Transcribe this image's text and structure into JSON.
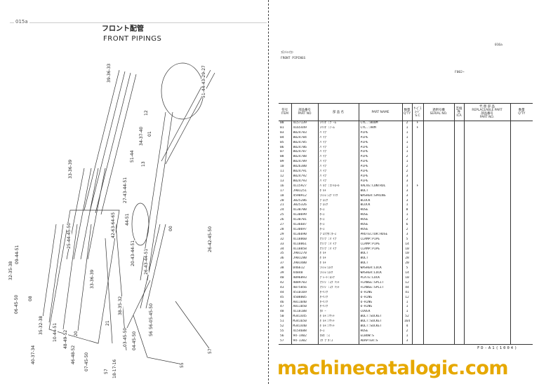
{
  "left": {
    "page_num": "015a",
    "title_jp": "フロント配管",
    "title_en": "FRONT PIPINGS",
    "callouts": [
      "39-36-33",
      "51-44-43-29-27",
      "12",
      "01",
      "34-37-40",
      "51-44",
      "13",
      "33-36-39",
      "27-43-44-51",
      "42-63-64-65",
      "44-51",
      "25-44-45-50",
      "00",
      "26-42-45-50",
      "20-43-44-51",
      "26-43-44-51",
      "32-35-38",
      "09-44-51",
      "33-36-39",
      "06-45-50",
      "08",
      "35-32-38",
      "40-37-34",
      "10-44-51",
      "48-49-52",
      "46-48-52",
      "20",
      "21",
      "38-35-32",
      "07-45-50",
      "03-45-50",
      "04-45-50",
      "56-05-45-50",
      "56",
      "18-17-16",
      "57",
      "55",
      "57"
    ]
  },
  "right": {
    "page_num": "016a",
    "section_jp": "ﾌﾛﾝﾄﾊｲｶﾝ",
    "section_en": "FRONT PIPINGS",
    "serial_range": "F002~",
    "headers": {
      "item_jp": "符号",
      "item": "ITEM",
      "partno_jp": "部品番号",
      "partno": "PART NO",
      "name_jp": "部 品 名",
      "name": "PART NAME",
      "qty_jp": "数量",
      "qty": "Q'TY",
      "svc_jp": "ｻｰﾋﾞｽｺｰﾄﾞ",
      "svc": "S.C",
      "serial_jp": "適用号機",
      "serial": "SERIAL NO.",
      "ica": "ICA",
      "ica_jp": "互換性",
      "repl_jp": "代 替 部 品",
      "repl": "REPLACEABLE PART",
      "repl_part_jp": "部品番号",
      "repl_part": "PART NO.",
      "repl_qty_jp": "数量",
      "repl_qty": "Q'TY"
    },
    "rows": [
      [
        "00",
        "4157139",
        "ｼﾘﾝﾀﾞ:ﾌﾞｰﾑ",
        "CYL.:BOOM",
        "2",
        "F"
      ],
      [
        "01",
        "4165449",
        "ｼﾘﾝﾀﾞ:ｱｰﾑ",
        "CYL.:ARM",
        "1",
        "F"
      ],
      [
        "03",
        "8024783",
        "ﾊﾟｲﾌﾟ",
        "PIPE",
        "1",
        ""
      ],
      [
        "04",
        "8024784",
        "ﾊﾟｲﾌﾟ",
        "PIPE",
        "1",
        ""
      ],
      [
        "05",
        "8024785",
        "ﾊﾟｲﾌﾟ",
        "PIPE",
        "1",
        ""
      ],
      [
        "06",
        "8024786",
        "ﾊﾟｲﾌﾟ",
        "PIPE",
        "1",
        ""
      ],
      [
        "07",
        "8024787",
        "ﾊﾟｲﾌﾟ",
        "PIPE",
        "1",
        ""
      ],
      [
        "08",
        "8024788",
        "ﾊﾟｲﾌﾟ",
        "PIPE",
        "2",
        ""
      ],
      [
        "09",
        "8024789",
        "ﾊﾟｲﾌﾟ",
        "PIPE",
        "1",
        ""
      ],
      [
        "10",
        "8026380",
        "ﾊﾟｲﾌﾟ",
        "PIPE",
        "2",
        ""
      ],
      [
        "11",
        "8024791",
        "ﾊﾟｲﾌﾟ",
        "PIPE",
        "2",
        ""
      ],
      [
        "12",
        "8024792",
        "ﾊﾟｲﾌﾟ",
        "PIPE",
        "3",
        ""
      ],
      [
        "13",
        "8024793",
        "ﾊﾟｲﾌﾟ",
        "PIPE",
        "3",
        ""
      ],
      [
        "16",
        "4115927",
        "ﾊﾞﾙﾌﾞ:ｺﾝﾄﾛｰﾙ",
        "VALVE:CONTROL",
        "1",
        "F"
      ],
      [
        "17",
        "J901251",
        "ﾎﾞﾙﾄ",
        "BOLT",
        "3",
        ""
      ],
      [
        "18",
        "4590912",
        "ﾜｯｼｬ:ｽﾌﾟﾘﾝｸﾞ",
        "WASHER:SPRING",
        "3",
        ""
      ],
      [
        "20",
        "3025286",
        "ﾌﾞﾛｯｸ",
        "BLOCK",
        "3",
        ""
      ],
      [
        "21",
        "3025326",
        "ﾌﾞﾛｯｸ",
        "BLOCK",
        "1",
        ""
      ],
      [
        "24",
        "4130700",
        "ﾎｰｽ",
        "HOSE",
        "8",
        ""
      ],
      [
        "25",
        "4130699",
        "ﾎｰｽ",
        "HOSE",
        "1",
        ""
      ],
      [
        "26",
        "4130701",
        "ﾎｰｽ",
        "HOSE",
        "2",
        ""
      ],
      [
        "27",
        "4136687",
        "ﾎｰｽ",
        "HOSE",
        "6",
        ""
      ],
      [
        "28",
        "4130697",
        "ﾎｰｽ",
        "HOSE",
        "2",
        ""
      ],
      [
        "29",
        "4136690",
        "ﾌﾟﾛﾃｸﾀ:ﾎｰｽ",
        "PROTECTOR:HOSE",
        "3",
        ""
      ],
      [
        "32",
        "4118860",
        "ｸﾗﾝﾌﾟ:ﾊﾟｲﾌﾟ",
        "CLAMP:PIPE",
        "5",
        ""
      ],
      [
        "33",
        "4118861",
        "ｸﾗﾝﾌﾟ:ﾊﾟｲﾌﾟ",
        "CLAMP:PIPE",
        "14",
        ""
      ],
      [
        "34",
        "4118858",
        "ｸﾗﾝﾌﾟ:ﾊﾟｲﾌﾟ",
        "CLAMP:PIPE",
        "10",
        ""
      ],
      [
        "35",
        "J901270",
        "ﾎﾞﾙﾄ",
        "BOLT",
        "10",
        ""
      ],
      [
        "36",
        "J901280",
        "ﾎﾞﾙﾄ",
        "BOLT",
        "28",
        ""
      ],
      [
        "37",
        "J901480",
        "ﾎﾞﾙﾄ",
        "BOLT",
        "20",
        ""
      ],
      [
        "38",
        "D46612",
        "ﾜｯｼｬ:ﾛｯｸ",
        "WASHER:LOCK",
        "5",
        ""
      ],
      [
        "39",
        "X4848",
        "ﾜｯｼｬ:ﾛｯｸ",
        "WASHER:LOCK",
        "14",
        ""
      ],
      [
        "40",
        "4096893",
        "ﾌﾟﾚｰﾄ:ﾛｯｸ",
        "PLATE:LOCK",
        "10",
        ""
      ],
      [
        "42",
        "4089703",
        "ﾌﾗﾝｼﾞ:ｽﾌﾟﾘｯﾄ",
        "FLANGE:SPLIT",
        "12",
        ""
      ],
      [
        "43",
        "4075856",
        "ﾌﾗﾝｼﾞ:ｽﾌﾟﾘｯﾄ",
        "FLANGE:SPLIT",
        "44",
        ""
      ],
      [
        "44",
        "4510169",
        "ｵｰﾘﾝｸﾞ",
        "O-RING",
        "41",
        ""
      ],
      [
        "45",
        "4508805",
        "ｵｰﾘﾝｸﾞ",
        "O-RING",
        "12",
        ""
      ],
      [
        "46",
        "A811040",
        "ｵｰﾘﾝｸﾞ",
        "O-RING",
        "1",
        ""
      ],
      [
        "47",
        "A811050",
        "ｵｰﾘﾝｸﾞ",
        "O-RING",
        "1",
        ""
      ],
      [
        "48",
        "4118188",
        "ｶﾊﾞｰ",
        "COVER",
        "1",
        ""
      ],
      [
        "50",
        "M341445",
        "ﾎﾞﾙﾄ:ｿｹｯﾄ",
        "BOLT:SOCKET",
        "52",
        ""
      ],
      [
        "51",
        "M341650",
        "ﾎﾞﾙﾄ:ｿｹｯﾄ",
        "BOLT:SOCKET",
        "164",
        ""
      ],
      [
        "52",
        "M341440",
        "ﾎﾞﾙﾄ:ｿｹｯﾄ",
        "BOLT:SOCKET",
        "4",
        ""
      ],
      [
        "55",
        "4154688",
        "ﾎｰｽ",
        "HOSE",
        "2",
        ""
      ],
      [
        "56",
        "94-1402",
        "ｴﾙﾎﾞ:ｽ",
        "ELBOW:S",
        "1",
        ""
      ],
      [
        "57",
        "94-1302",
        "ｱﾀﾞﾌﾟﾀ:ｽ",
        "ADAPTER:S",
        "3",
        ""
      ]
    ],
    "footer": "FD-A1(1004)"
  },
  "watermark": "machinecatalogic.com"
}
